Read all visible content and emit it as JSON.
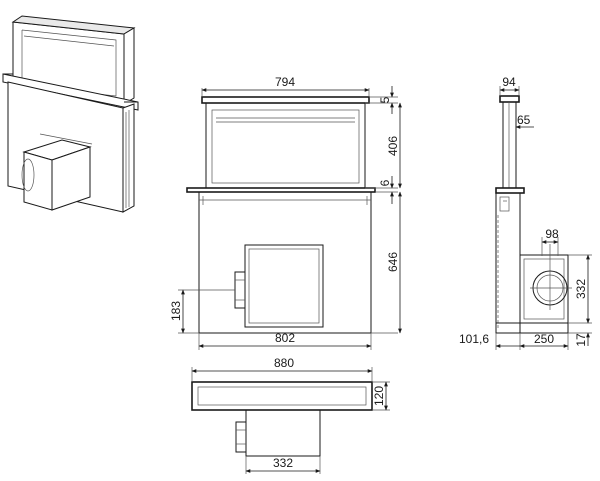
{
  "dimensions": {
    "top_width": "794",
    "top_gap": "5",
    "raised_height": "406",
    "lip": "6",
    "body_height": "646",
    "motor_offset": "183",
    "body_width": "802",
    "glass_depth": "94",
    "glass_inset": "65",
    "duct_diameter": "98",
    "motor_height": "332",
    "base": "17",
    "back_offset": "101,6",
    "motor_depth": "250",
    "plan_width": "880",
    "plan_depth": "120",
    "plan_motor_width": "332"
  },
  "palette": {
    "line": "#1a1a1a",
    "shade": "#e9e9e9"
  }
}
